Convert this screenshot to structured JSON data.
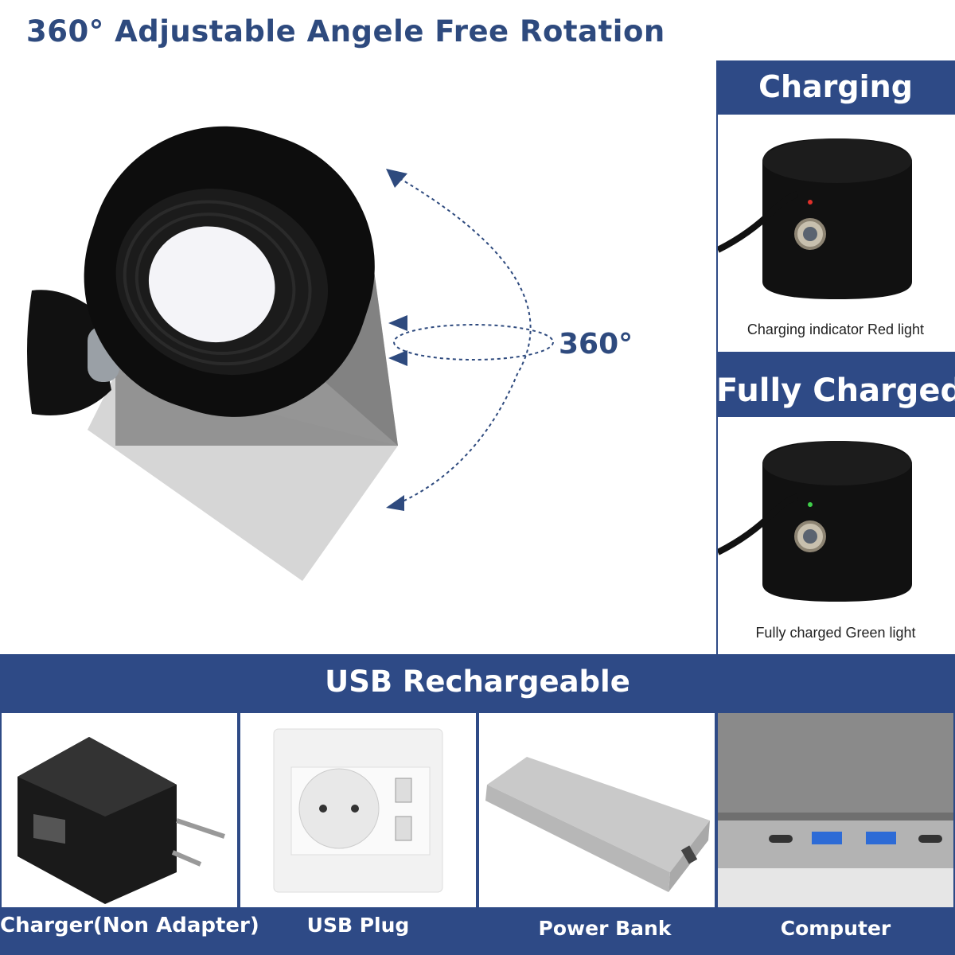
{
  "title": "360° Adjustable Angele Free Rotation",
  "rotation_label": "360°",
  "charging": {
    "heading": "Charging",
    "caption": "Charging indicator Red light",
    "indicator_color": "#e0302a"
  },
  "fully_charged": {
    "heading": "Fully Charged",
    "caption": "Fully charged Green light",
    "indicator_color": "#3fcf4a"
  },
  "usb": {
    "heading": "USB Rechargeable",
    "options": [
      {
        "label": "Charger(Non Adapter)",
        "icon": "charger-icon"
      },
      {
        "label": "USB Plug",
        "icon": "wall-socket-icon"
      },
      {
        "label": "Power Bank",
        "icon": "power-bank-icon"
      },
      {
        "label": "Computer",
        "icon": "laptop-ports-icon"
      }
    ]
  },
  "colors": {
    "brand_blue": "#2e4a86",
    "title_blue": "#2e4a7e",
    "lamp_black": "#111111"
  }
}
